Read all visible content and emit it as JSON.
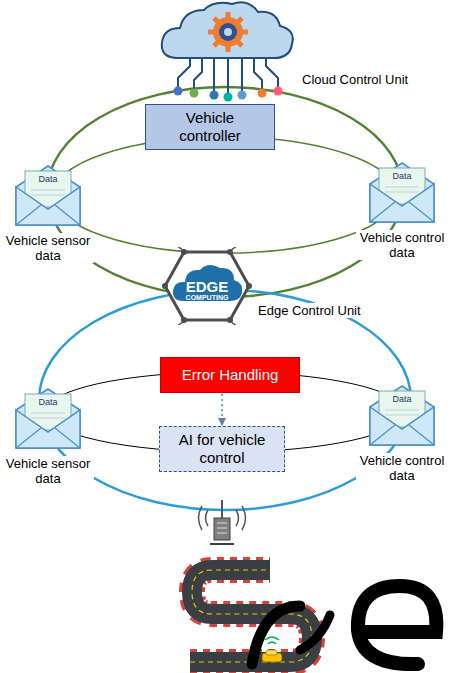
{
  "diagram": {
    "nodes": [
      {
        "text": [
          "Vehicle controller"
        ]
      },
      {
        "text": [
          "Data",
          "Vehicle sensor data"
        ]
      },
      {
        "text": [
          "Data",
          "Vehicle control data"
        ]
      },
      {
        "text": [
          "EDGE",
          "COMPUTING"
        ]
      },
      {
        "text": [
          "Error Handling"
        ]
      },
      {
        "text": [
          "Data",
          "Vehicle sensor data"
        ]
      },
      {
        "text": [
          "Data",
          "Vehicle control data"
        ]
      },
      {
        "text": [
          "AI for vehicle control"
        ]
      }
    ],
    "edges": [
      {
        "from": 4,
        "to": 7,
        "arrow": "to"
      }
    ],
    "labels": [
      "Cloud Control Unit",
      "Edge Control Unit"
    ]
  }
}
